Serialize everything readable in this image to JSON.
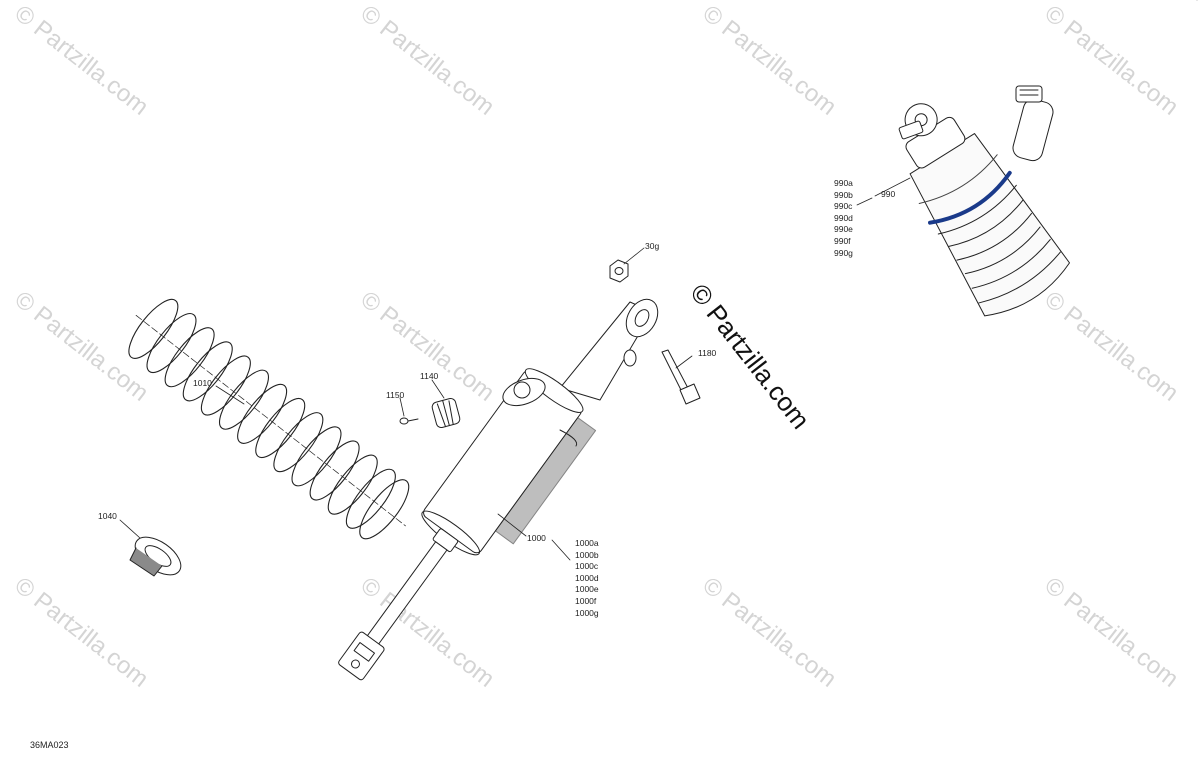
{
  "watermark_text": "© Partzilla.com",
  "main_watermark_text": "© Partzilla.com",
  "drawing_reference": "36MA023",
  "callouts": {
    "c990": "990",
    "c990_variants": [
      "990a",
      "990b",
      "990c",
      "990d",
      "990e",
      "990f",
      "990g"
    ],
    "c30g": "30g",
    "c1180": "1180",
    "c1010": "1010",
    "c1140": "1140",
    "c1150": "1150",
    "c1040": "1040",
    "c1000": "1000",
    "c1000_variants": [
      "1000a",
      "1000b",
      "1000c",
      "1000d",
      "1000e",
      "1000f",
      "1000g"
    ]
  },
  "colors": {
    "line": "#222222",
    "watermark": "#d4d4d4",
    "accent_band": "#1a3a8a",
    "shade": "#8a8a8a"
  }
}
